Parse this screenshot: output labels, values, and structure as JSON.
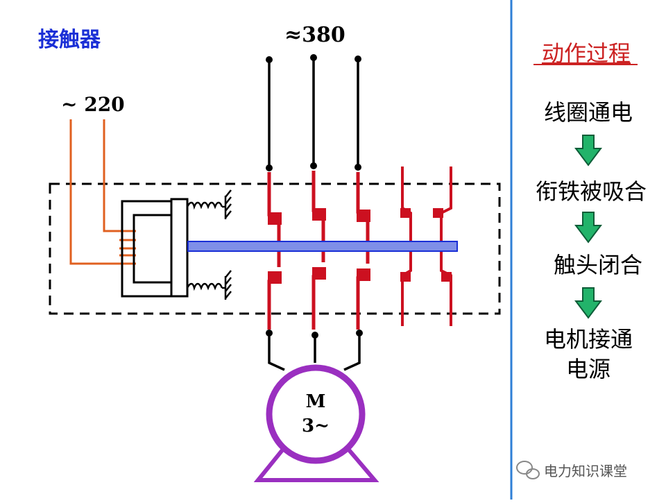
{
  "title": "接触器",
  "supply_label": "≈380",
  "coil_voltage_label": "~ 220",
  "motor": {
    "line1": "M",
    "line2": "3~"
  },
  "process": {
    "heading": "动作过程",
    "steps": [
      "线圈通电",
      "衔铁被吸合",
      "触头闭合",
      "电机接通",
      "电源"
    ]
  },
  "watermark": "电力知识课堂",
  "colors": {
    "title": "#1a2fd6",
    "heading": "#cc2222",
    "coil_wire": "#e06020",
    "contacts": "#cc1020",
    "armature_bar": "#7f8fe8",
    "motor": "#9a2fc0",
    "arrow": "#22b36a",
    "divider": "#2f7fd6"
  }
}
